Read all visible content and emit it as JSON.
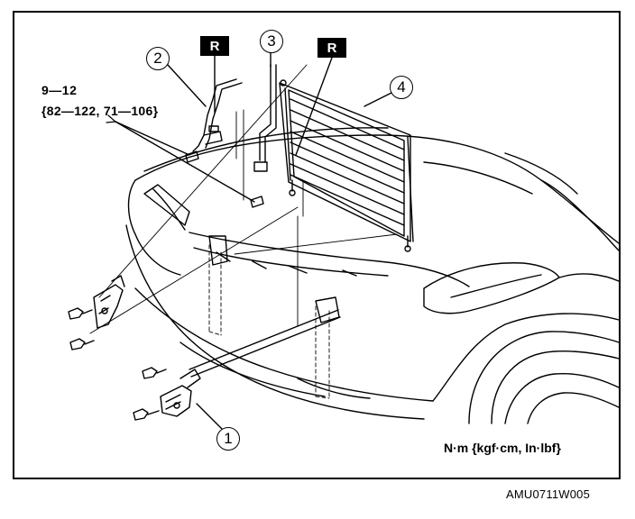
{
  "torque": {
    "line1": "9—12",
    "line2": "{82—122, 71—106}"
  },
  "units_label": "N·m {kgf·cm, In·lbf}",
  "figure_code": "AMU0711W005",
  "callouts": [
    "1",
    "2",
    "3",
    "4"
  ],
  "replace_tag": "R"
}
